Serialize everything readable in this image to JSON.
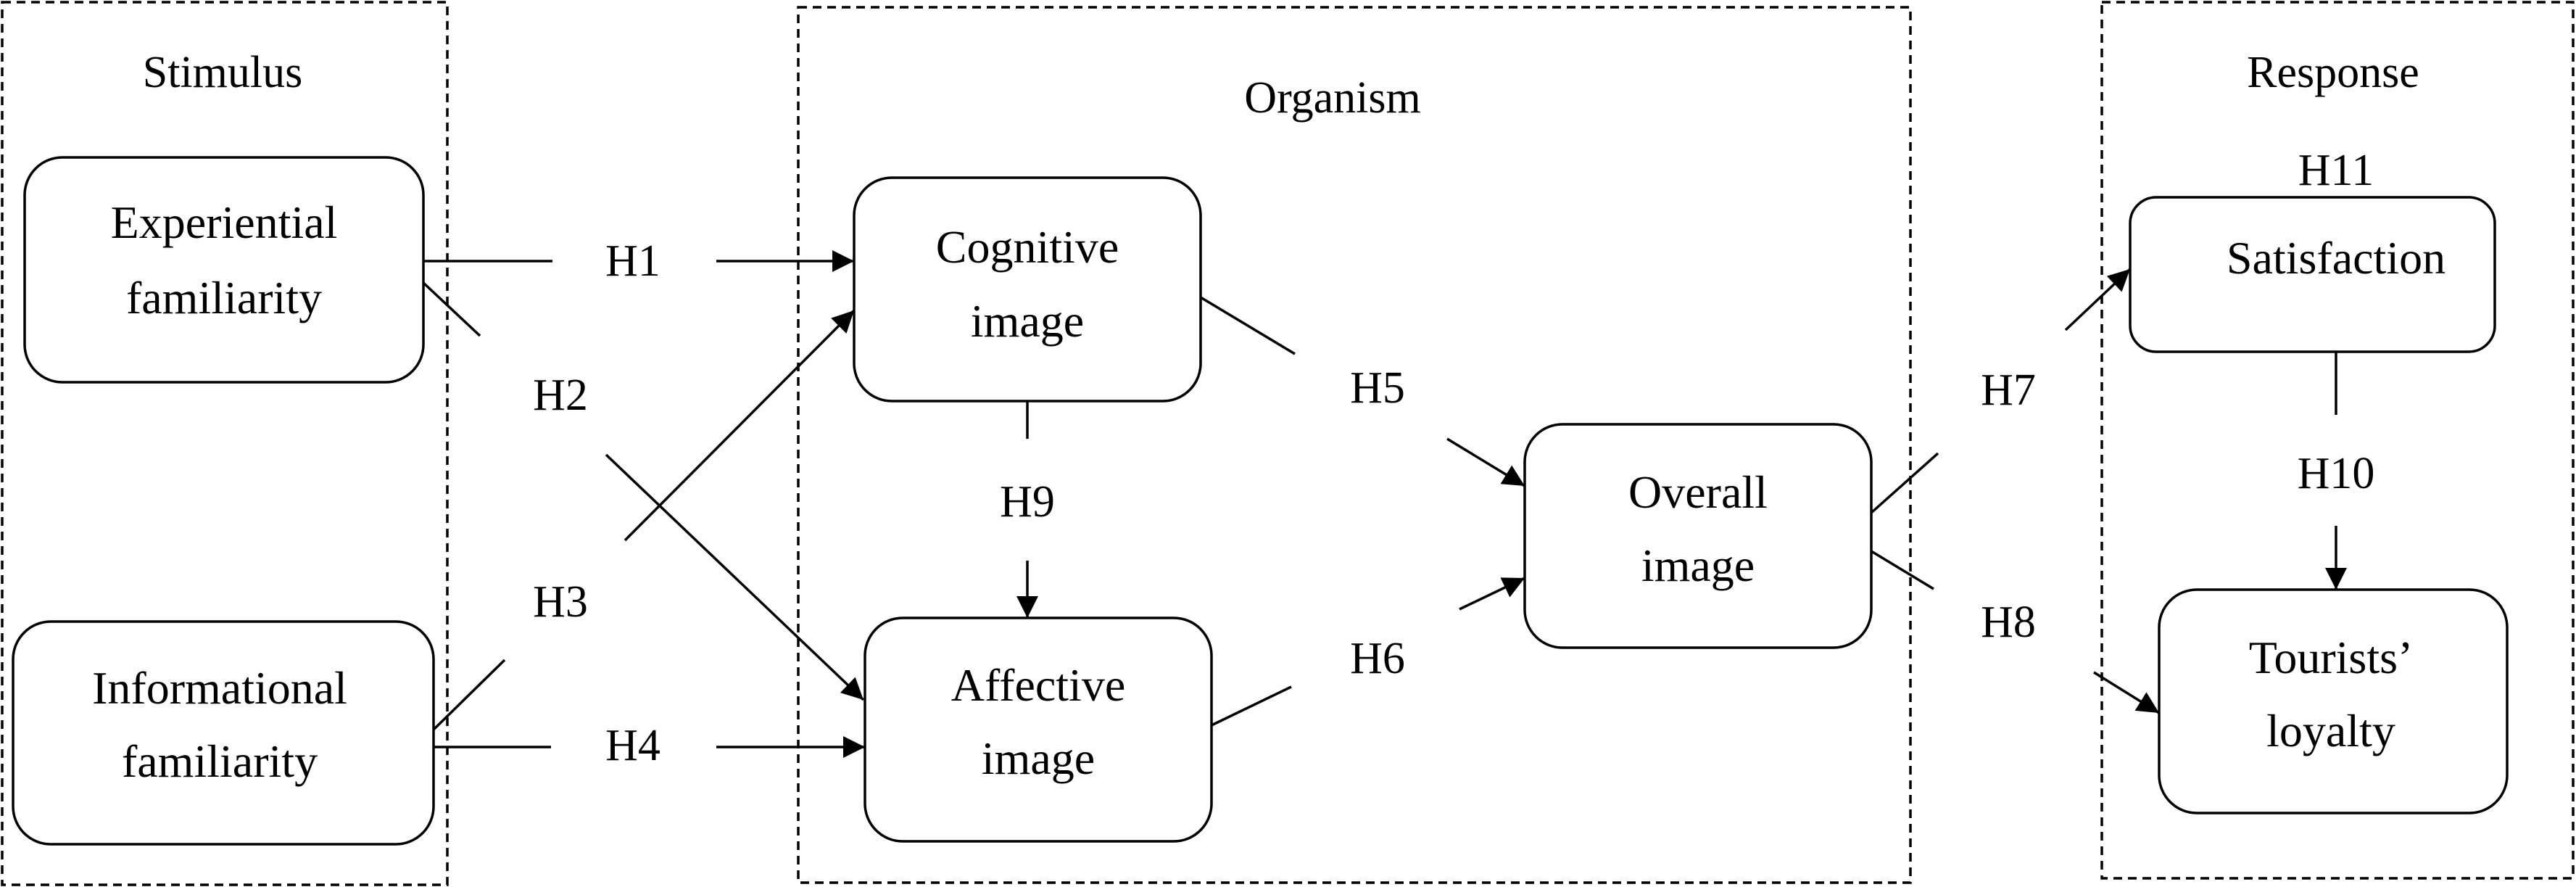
{
  "diagram": {
    "groups": {
      "stimulus": "Stimulus",
      "organism": "Organism",
      "response": "Response"
    },
    "nodes": {
      "experiential": [
        "Experiential",
        "familiarity"
      ],
      "informational": [
        "Informational",
        "familiarity"
      ],
      "cognitive": [
        "Cognitive",
        "image"
      ],
      "affective": [
        "Affective",
        "image"
      ],
      "overall": [
        "Overall",
        "image"
      ],
      "satisfaction": [
        "Satisfaction"
      ],
      "loyalty": [
        "Tourists’",
        "loyalty"
      ]
    },
    "hypotheses": {
      "h1": "H1",
      "h2": "H2",
      "h3": "H3",
      "h4": "H4",
      "h5": "H5",
      "h6": "H6",
      "h7": "H7",
      "h8": "H8",
      "h9": "H9",
      "h10": "H10",
      "h11": "H11"
    },
    "colors": {
      "stroke": "#000000",
      "background": "#ffffff"
    }
  }
}
